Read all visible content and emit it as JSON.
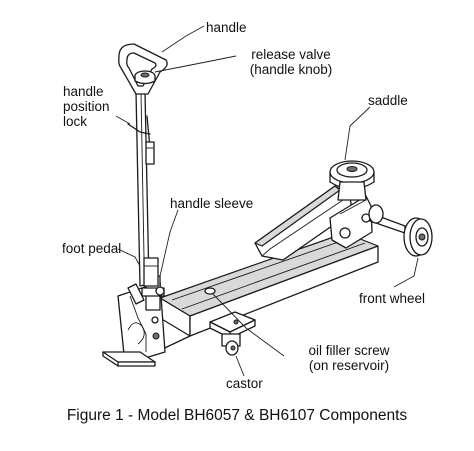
{
  "labels": {
    "handle": "handle",
    "release_valve_1": "release valve",
    "release_valve_2": "(handle knob)",
    "handle_position_lock_1": "handle",
    "handle_position_lock_2": "position",
    "handle_position_lock_3": "lock",
    "saddle": "saddle",
    "handle_sleeve": "handle sleeve",
    "foot_pedal": "foot pedal",
    "front_wheel": "front wheel",
    "oil_filler_screw_1": "oil filler screw",
    "oil_filler_screw_2": "(on reservoir)",
    "castor": "castor"
  },
  "caption": "Figure 1 - Model BH6057 & BH6107 Components"
}
